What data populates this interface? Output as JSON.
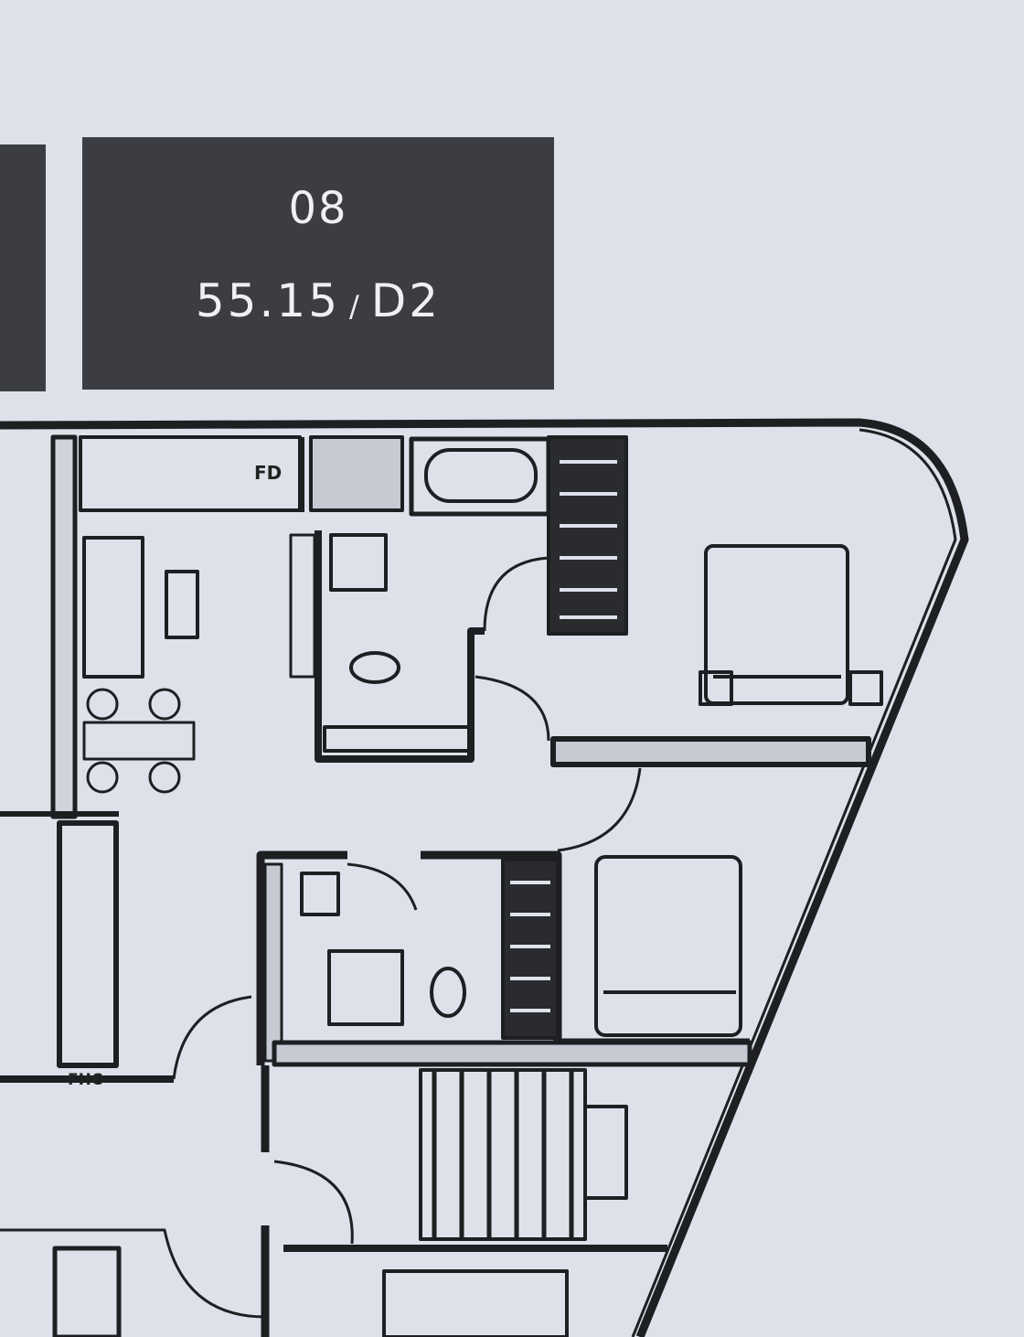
{
  "unit": {
    "number": "08",
    "area": "55.15",
    "separator": "/",
    "type": "D2"
  },
  "labels": {
    "floor_drain": "FD",
    "fire_hose_cabinet": "FHC"
  },
  "colors": {
    "background": "#dde2ea",
    "header_box": "#3c3d42",
    "wall": "#1e1f22"
  }
}
